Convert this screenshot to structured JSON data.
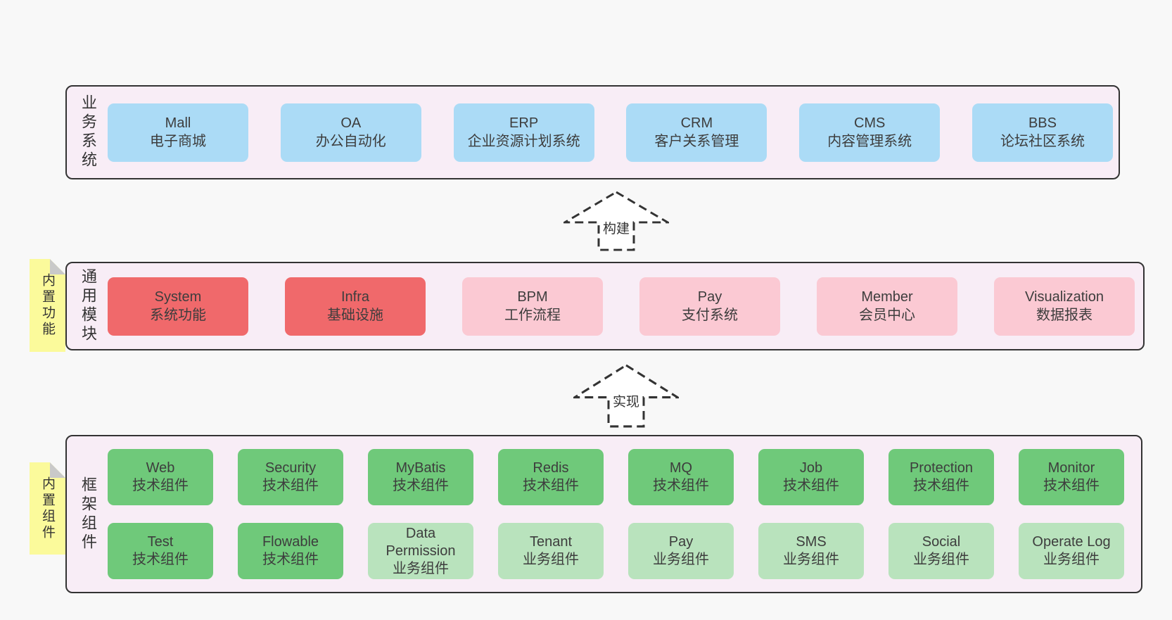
{
  "colors": {
    "page_background": "#f8f8f8",
    "panel_background": "#f8edf6",
    "panel_border": "#333333",
    "text": "#3d3d3d",
    "blue_box": "#abdbf6",
    "red_box": "#f0696b",
    "pink_box": "#fbc9d3",
    "green_box": "#6fc97a",
    "light_green_box": "#b9e3bd",
    "sticky_note": "#fbfa9b",
    "sticky_fold": "#c9c9c9"
  },
  "panels": {
    "business": {
      "label": "业务系统",
      "boxes": [
        {
          "en": "Mall",
          "zh": "电子商城",
          "variant": "blue"
        },
        {
          "en": "OA",
          "zh": "办公自动化",
          "variant": "blue"
        },
        {
          "en": "ERP",
          "zh": "企业资源计划系统",
          "variant": "blue"
        },
        {
          "en": "CRM",
          "zh": "客户关系管理",
          "variant": "blue"
        },
        {
          "en": "CMS",
          "zh": "内容管理系统",
          "variant": "blue"
        },
        {
          "en": "BBS",
          "zh": "论坛社区系统",
          "variant": "blue"
        }
      ]
    },
    "modules": {
      "label": "通用模块",
      "boxes": [
        {
          "en": "System",
          "zh": "系统功能",
          "variant": "red"
        },
        {
          "en": "Infra",
          "zh": "基础设施",
          "variant": "red"
        },
        {
          "en": "BPM",
          "zh": "工作流程",
          "variant": "pink"
        },
        {
          "en": "Pay",
          "zh": "支付系统",
          "variant": "pink"
        },
        {
          "en": "Member",
          "zh": "会员中心",
          "variant": "pink"
        },
        {
          "en": "Visualization",
          "zh": "数据报表",
          "variant": "pink"
        }
      ]
    },
    "components": {
      "label": "框架组件",
      "row1": [
        {
          "en": "Web",
          "zh": "技术组件",
          "variant": "green"
        },
        {
          "en": "Security",
          "zh": "技术组件",
          "variant": "green"
        },
        {
          "en": "MyBatis",
          "zh": "技术组件",
          "variant": "green"
        },
        {
          "en": "Redis",
          "zh": "技术组件",
          "variant": "green"
        },
        {
          "en": "MQ",
          "zh": "技术组件",
          "variant": "green"
        },
        {
          "en": "Job",
          "zh": "技术组件",
          "variant": "green"
        },
        {
          "en": "Protection",
          "zh": "技术组件",
          "variant": "green"
        },
        {
          "en": "Monitor",
          "zh": "技术组件",
          "variant": "green"
        }
      ],
      "row2": [
        {
          "en": "Test",
          "zh": "技术组件",
          "variant": "green"
        },
        {
          "en": "Flowable",
          "zh": "技术组件",
          "variant": "green"
        },
        {
          "en": "Data Permission",
          "zh": "业务组件",
          "variant": "lightgreen"
        },
        {
          "en": "Tenant",
          "zh": "业务组件",
          "variant": "lightgreen"
        },
        {
          "en": "Pay",
          "zh": "业务组件",
          "variant": "lightgreen"
        },
        {
          "en": "SMS",
          "zh": "业务组件",
          "variant": "lightgreen"
        },
        {
          "en": "Social",
          "zh": "业务组件",
          "variant": "lightgreen"
        },
        {
          "en": "Operate Log",
          "zh": "业务组件",
          "variant": "lightgreen"
        }
      ]
    }
  },
  "stickies": {
    "features": "内置功能",
    "components": "内置组件"
  },
  "arrows": {
    "build": "构建",
    "implement": "实现"
  }
}
